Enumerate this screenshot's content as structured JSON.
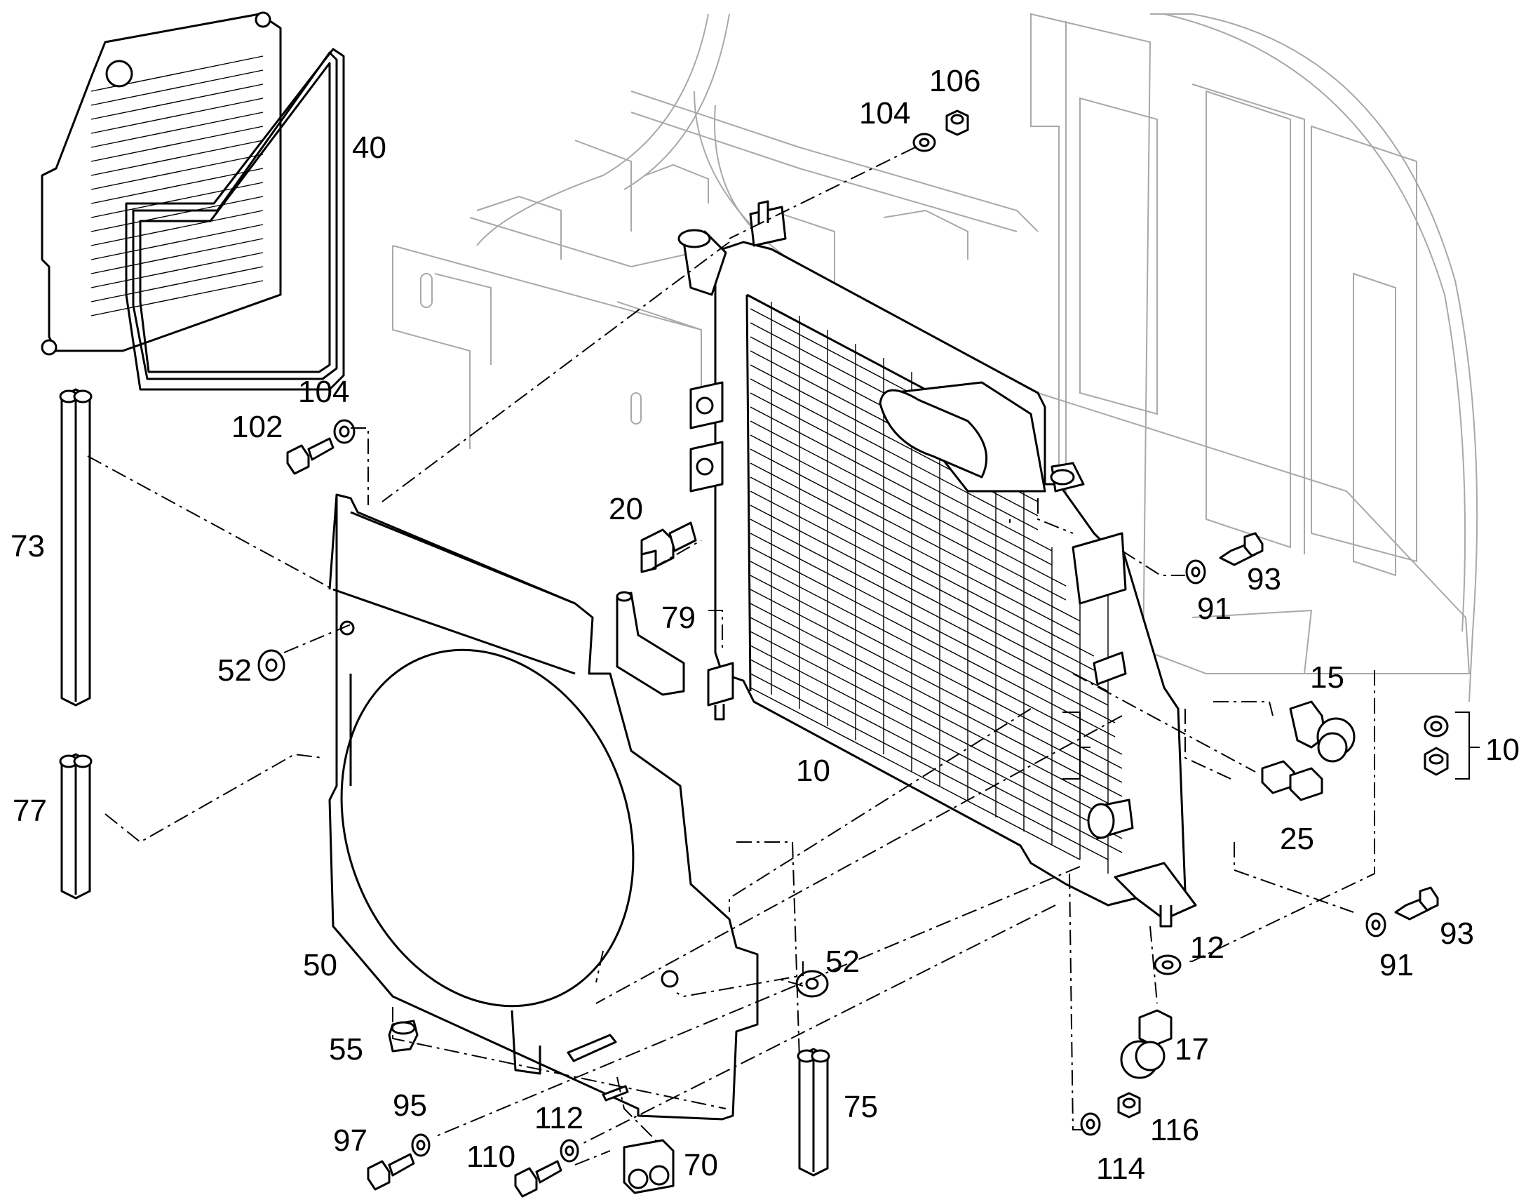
{
  "diagram": {
    "kind": "exploded parts diagram",
    "callouts": [
      {
        "id": "c-106",
        "text": "106"
      },
      {
        "id": "c-104a",
        "text": "104"
      },
      {
        "id": "c-40",
        "text": "40"
      },
      {
        "id": "c-104b",
        "text": "104"
      },
      {
        "id": "c-102",
        "text": "102"
      },
      {
        "id": "c-73",
        "text": "73"
      },
      {
        "id": "c-20",
        "text": "20"
      },
      {
        "id": "c-79",
        "text": "79"
      },
      {
        "id": "c-52a",
        "text": "52"
      },
      {
        "id": "c-93a",
        "text": "93"
      },
      {
        "id": "c-91a",
        "text": "91"
      },
      {
        "id": "c-15",
        "text": "15"
      },
      {
        "id": "c-10a",
        "text": "10"
      },
      {
        "id": "c-10b",
        "text": "10"
      },
      {
        "id": "c-77",
        "text": "77"
      },
      {
        "id": "c-25",
        "text": "25"
      },
      {
        "id": "c-93b",
        "text": "93"
      },
      {
        "id": "c-91b",
        "text": "91"
      },
      {
        "id": "c-12",
        "text": "12"
      },
      {
        "id": "c-50",
        "text": "50"
      },
      {
        "id": "c-52b",
        "text": "52"
      },
      {
        "id": "c-55",
        "text": "55"
      },
      {
        "id": "c-17",
        "text": "17"
      },
      {
        "id": "c-75",
        "text": "75"
      },
      {
        "id": "c-95",
        "text": "95"
      },
      {
        "id": "c-112",
        "text": "112"
      },
      {
        "id": "c-116",
        "text": "116"
      },
      {
        "id": "c-97",
        "text": "97"
      },
      {
        "id": "c-110",
        "text": "110"
      },
      {
        "id": "c-70",
        "text": "70"
      },
      {
        "id": "c-114",
        "text": "114"
      }
    ]
  }
}
